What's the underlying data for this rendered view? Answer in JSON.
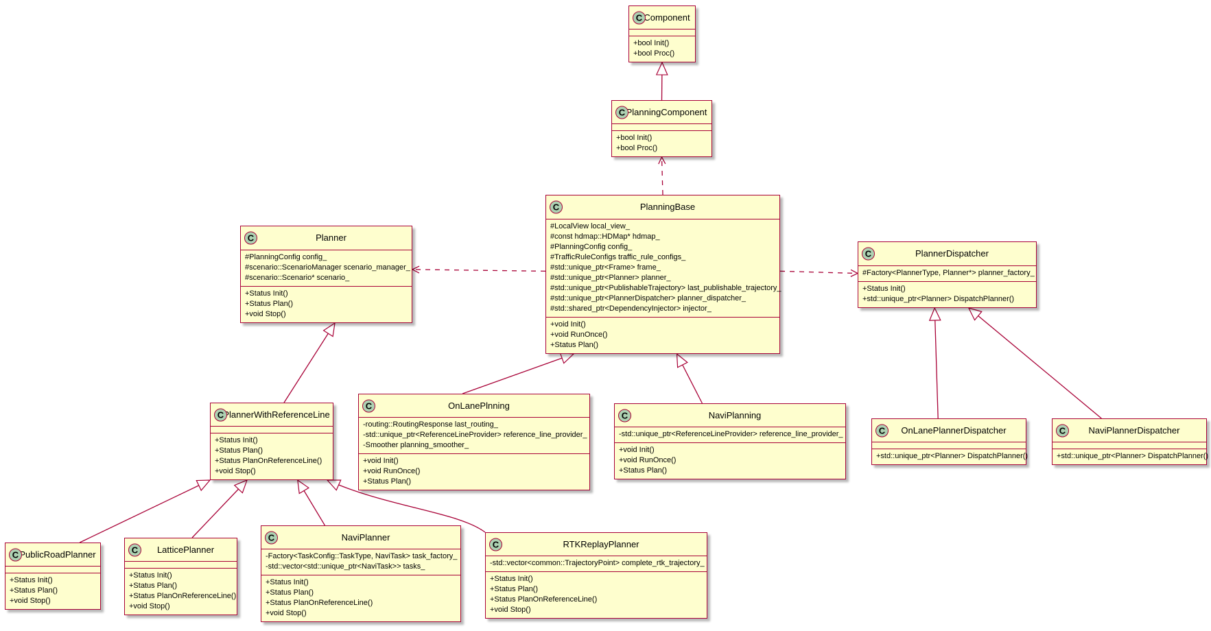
{
  "colors": {
    "class_fill": "#fefece",
    "class_border": "#a80036",
    "badge_fill": "#add1b2",
    "edge": "#a80036"
  },
  "badge_letter": "C",
  "classes": {
    "component": {
      "name": "Component",
      "attributes": [],
      "methods": [
        "+bool Init()",
        "+bool Proc()"
      ]
    },
    "planning_component": {
      "name": "PlanningComponent",
      "attributes": [],
      "methods": [
        "+bool Init()",
        "+bool Proc()"
      ]
    },
    "planning_base": {
      "name": "PlanningBase",
      "attributes": [
        "#LocalView local_view_",
        "#const hdmap::HDMap* hdmap_",
        "#PlanningConfig config_",
        "#TrafficRuleConfigs traffic_rule_configs_",
        "#std::unique_ptr<Frame> frame_",
        "#std::unique_ptr<Planner> planner_",
        "#std::unique_ptr<PublishableTrajectory> last_publishable_trajectory_",
        "#std::unique_ptr<PlannerDispatcher> planner_dispatcher_",
        "#std::shared_ptr<DependencyInjector> injector_"
      ],
      "methods": [
        "+void Init()",
        "+void RunOnce()",
        "+Status Plan()"
      ]
    },
    "planner": {
      "name": "Planner",
      "attributes": [
        "#PlanningConfig config_",
        "#scenario::ScenarioManager scenario_manager_",
        "#scenario::Scenario* scenario_"
      ],
      "methods": [
        "+Status Init()",
        "+Status Plan()",
        "+void Stop()"
      ]
    },
    "planner_dispatcher": {
      "name": "PlannerDispatcher",
      "attributes": [
        "#Factory<PlannerType, Planner*> planner_factory_"
      ],
      "methods": [
        "+Status Init()",
        "+std::unique_ptr<Planner> DispatchPlanner()"
      ]
    },
    "planner_with_reference_line": {
      "name": "PlannerWithReferenceLine",
      "attributes": [],
      "methods": [
        "+Status Init()",
        "+Status Plan()",
        "+Status PlanOnReferenceLine()",
        "+void Stop()"
      ]
    },
    "on_lane_planning": {
      "name": "OnLanePlnning",
      "attributes": [
        "-routing::RoutingResponse last_routing_",
        "-std::unique_ptr<ReferenceLineProvider> reference_line_provider_",
        "-Smoother planning_smoother_"
      ],
      "methods": [
        "+void Init()",
        "+void RunOnce()",
        "+Status Plan()"
      ]
    },
    "navi_planning": {
      "name": "NaviPlanning",
      "attributes": [
        "-std::unique_ptr<ReferenceLineProvider> reference_line_provider_"
      ],
      "methods": [
        "+void Init()",
        "+void RunOnce()",
        "+Status Plan()"
      ]
    },
    "on_lane_planner_dispatcher": {
      "name": "OnLanePlannerDispatcher",
      "attributes": [],
      "methods": [
        "+std::unique_ptr<Planner> DispatchPlanner()"
      ]
    },
    "navi_planner_dispatcher": {
      "name": "NaviPlannerDispatcher",
      "attributes": [],
      "methods": [
        "+std::unique_ptr<Planner> DispatchPlanner()"
      ]
    },
    "public_road_planner": {
      "name": "PublicRoadPlanner",
      "attributes": [],
      "methods": [
        "+Status Init()",
        "+Status Plan()",
        "+void Stop()"
      ]
    },
    "lattice_planner": {
      "name": "LatticePlanner",
      "attributes": [],
      "methods": [
        "+Status Init()",
        "+Status Plan()",
        "+Status PlanOnReferenceLine()",
        "+void Stop()"
      ]
    },
    "navi_planner": {
      "name": "NaviPlanner",
      "attributes": [
        "-Factory<TaskConfig::TaskType, NaviTask> task_factory_",
        "-std::vector<std::unique_ptr<NaviTask>> tasks_"
      ],
      "methods": [
        "+Status Init()",
        "+Status Plan()",
        "+Status PlanOnReferenceLine()",
        "+void Stop()"
      ]
    },
    "rtk_replay_planner": {
      "name": "RTKReplayPlanner",
      "attributes": [
        "-std::vector<common::TrajectoryPoint> complete_rtk_trajectory_"
      ],
      "methods": [
        "+Status Init()",
        "+Status Plan()",
        "+Status PlanOnReferenceLine()",
        "+void Stop()"
      ]
    }
  },
  "relations": [
    {
      "type": "inheritance",
      "from": "planning_component",
      "to": "component"
    },
    {
      "type": "dependency",
      "from": "planning_base",
      "to": "planning_component"
    },
    {
      "type": "dependency",
      "from": "planning_base",
      "to": "planner"
    },
    {
      "type": "dependency",
      "from": "planning_base",
      "to": "planner_dispatcher"
    },
    {
      "type": "inheritance",
      "from": "planner_with_reference_line",
      "to": "planner"
    },
    {
      "type": "inheritance",
      "from": "on_lane_planning",
      "to": "planning_base"
    },
    {
      "type": "inheritance",
      "from": "navi_planning",
      "to": "planning_base"
    },
    {
      "type": "inheritance",
      "from": "on_lane_planner_dispatcher",
      "to": "planner_dispatcher"
    },
    {
      "type": "inheritance",
      "from": "navi_planner_dispatcher",
      "to": "planner_dispatcher"
    },
    {
      "type": "inheritance",
      "from": "public_road_planner",
      "to": "planner_with_reference_line"
    },
    {
      "type": "inheritance",
      "from": "lattice_planner",
      "to": "planner_with_reference_line"
    },
    {
      "type": "inheritance",
      "from": "navi_planner",
      "to": "planner_with_reference_line"
    },
    {
      "type": "inheritance",
      "from": "rtk_replay_planner",
      "to": "planner_with_reference_line"
    }
  ]
}
